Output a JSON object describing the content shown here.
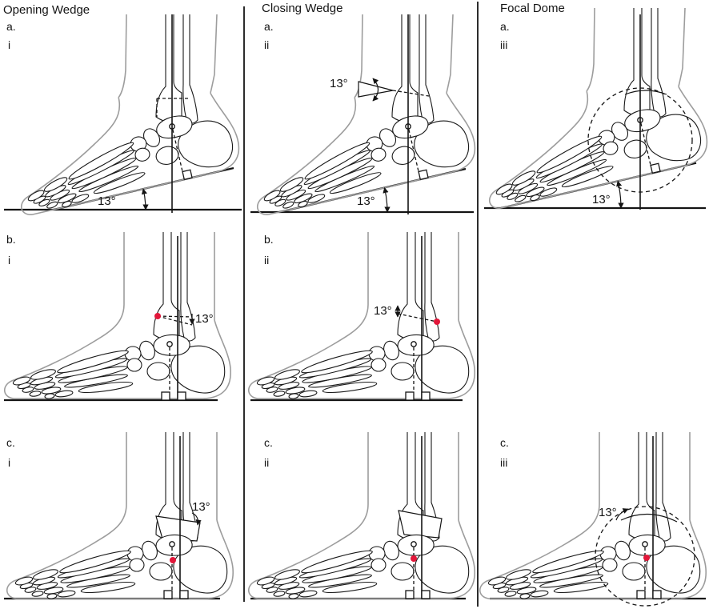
{
  "headers": {
    "opening": "Opening Wedge",
    "closing": "Closing Wedge",
    "focal": "Focal Dome"
  },
  "panels": {
    "a_i": {
      "letter": "a.",
      "numeral": "i",
      "angle": "13°"
    },
    "a_ii": {
      "letter": "a.",
      "numeral": "ii",
      "angle": "13°",
      "angle_tibia": "13°"
    },
    "a_iii": {
      "letter": "a.",
      "numeral": "iii",
      "angle": "13°"
    },
    "b_i": {
      "letter": "b.",
      "numeral": "i",
      "angle": "13°"
    },
    "b_ii": {
      "letter": "b.",
      "numeral": "ii",
      "angle": "13°"
    },
    "c_i": {
      "letter": "c.",
      "numeral": "i",
      "angle": "13°"
    },
    "c_ii": {
      "letter": "c.",
      "numeral": "ii"
    },
    "c_iii": {
      "letter": "c.",
      "numeral": "iii",
      "angle": "13°"
    }
  },
  "colors": {
    "marker_dot": "#e2173a",
    "skin_outline": "#9d9d9d",
    "line": "#141414"
  }
}
